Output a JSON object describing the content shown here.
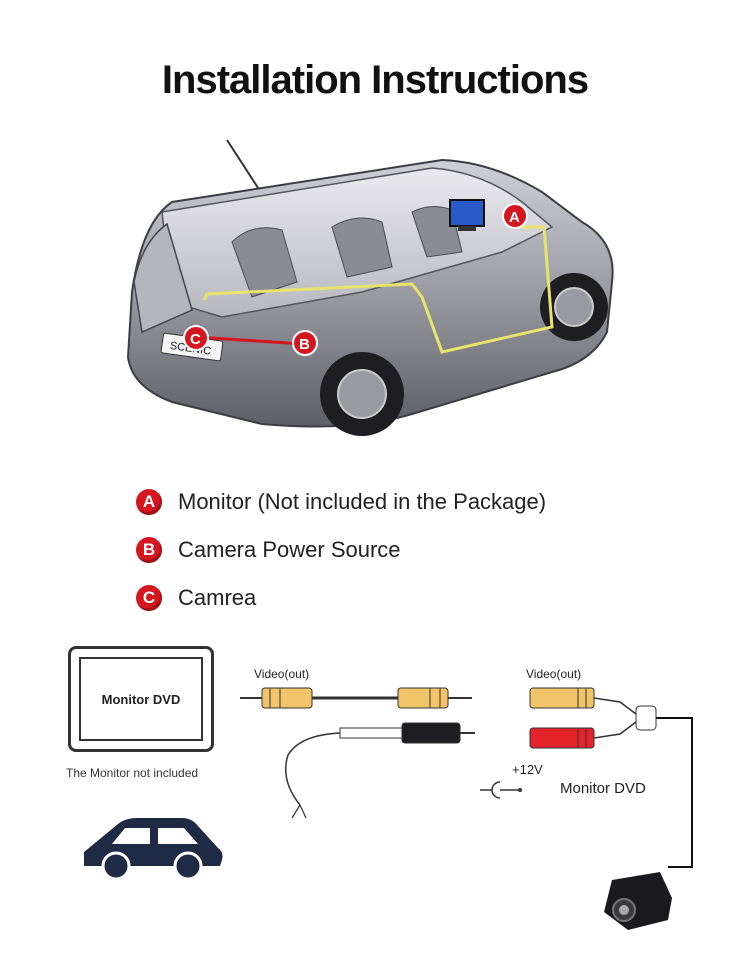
{
  "title": "Installation Instructions",
  "car": {
    "plate": "SCENIC",
    "markers": [
      "A",
      "B",
      "C"
    ]
  },
  "legend": [
    {
      "letter": "A",
      "text": "Monitor (Not included in the Package)"
    },
    {
      "letter": "B",
      "text": "Camera Power Source"
    },
    {
      "letter": "C",
      "text": "Camrea"
    }
  ],
  "wiring": {
    "monitor_label": "Monitor DVD",
    "monitor_note": "The  Monitor not included",
    "video_out_left": "Video(out)",
    "video_out_right": "Video(out)",
    "power_label": "+12V",
    "monitor_dvd_label": "Monitor DVD"
  },
  "colors": {
    "accent_red": "#d6161f",
    "rca_yellow": "#f2c46a",
    "rca_red": "#e5232b",
    "wire_yellow": "#e8e36a",
    "car_body": "#8f8f99"
  }
}
